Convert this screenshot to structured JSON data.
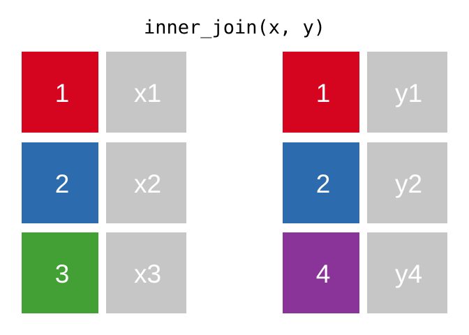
{
  "title": "inner_join(x, y)",
  "palette": {
    "red": "#d6051f",
    "blue": "#2c6bad",
    "green": "#42a035",
    "purple": "#8a349a",
    "gray": "#c6c6c6",
    "text_on_cell": "#ffffff",
    "title_color": "#000000",
    "background": "#ffffff"
  },
  "tables": {
    "left": {
      "name": "x",
      "rows": [
        {
          "key": "1",
          "key_color": "#d6051f",
          "value": "x1"
        },
        {
          "key": "2",
          "key_color": "#2c6bad",
          "value": "x2"
        },
        {
          "key": "3",
          "key_color": "#42a035",
          "value": "x3"
        }
      ]
    },
    "right": {
      "name": "y",
      "rows": [
        {
          "key": "1",
          "key_color": "#d6051f",
          "value": "y1"
        },
        {
          "key": "2",
          "key_color": "#2c6bad",
          "value": "y2"
        },
        {
          "key": "4",
          "key_color": "#8a349a",
          "value": "y4"
        }
      ]
    }
  }
}
